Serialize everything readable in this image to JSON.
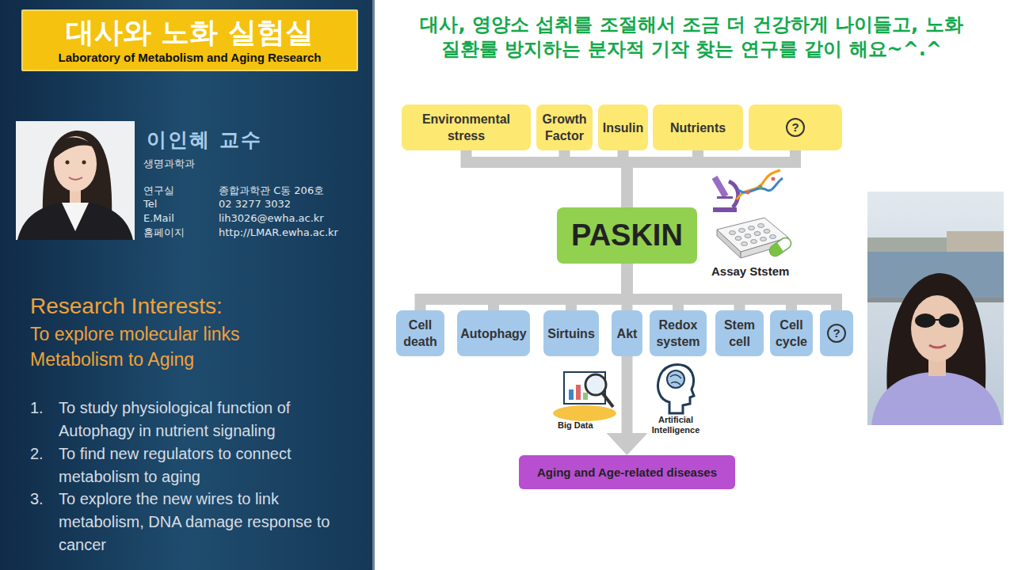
{
  "diagram": {
    "title": "대사, 영양소 섭취를 조절해서 조금 더 건강하게 나이들고, 노화 질환룰 방지하는 분자적 기작 찾는 연구를 같이 해요~^.^",
    "nodes": [
      {
        "text": [
          "대사와 노화 실험실",
          "Laboratory of Metabolism and Aging Research"
        ]
      },
      {
        "text": [
          "Environmental stress"
        ]
      },
      {
        "text": [
          "Growth Factor"
        ]
      },
      {
        "text": [
          "Insulin"
        ]
      },
      {
        "text": [
          "Nutrients"
        ]
      },
      {
        "text": [
          "?"
        ]
      },
      {
        "text": [
          "PASKIN"
        ]
      },
      {
        "text": [
          "Cell death"
        ]
      },
      {
        "text": [
          "Autophagy"
        ]
      },
      {
        "text": [
          "Sirtuins"
        ]
      },
      {
        "text": [
          "Akt"
        ]
      },
      {
        "text": [
          "Redox system"
        ]
      },
      {
        "text": [
          "Stem cell"
        ]
      },
      {
        "text": [
          "Cell cycle"
        ]
      },
      {
        "text": [
          "?"
        ]
      },
      {
        "text": [
          "Aging and Age-related diseases"
        ]
      }
    ],
    "edges": [
      {
        "from": 1,
        "to": 6,
        "arrow": "none"
      },
      {
        "from": 2,
        "to": 6,
        "arrow": "none"
      },
      {
        "from": 3,
        "to": 6,
        "arrow": "none"
      },
      {
        "from": 4,
        "to": 6,
        "arrow": "none"
      },
      {
        "from": 5,
        "to": 6,
        "arrow": "none"
      },
      {
        "from": 6,
        "to": 7,
        "arrow": "none"
      },
      {
        "from": 6,
        "to": 8,
        "arrow": "none"
      },
      {
        "from": 6,
        "to": 9,
        "arrow": "none"
      },
      {
        "from": 6,
        "to": 10,
        "arrow": "none"
      },
      {
        "from": 6,
        "to": 11,
        "arrow": "none"
      },
      {
        "from": 6,
        "to": 12,
        "arrow": "none"
      },
      {
        "from": 6,
        "to": 13,
        "arrow": "none"
      },
      {
        "from": 6,
        "to": 14,
        "arrow": "none"
      },
      {
        "from": 10,
        "to": 15,
        "arrow": "to"
      }
    ],
    "labels": [
      "이인혜 교수",
      "생명과학과",
      "연구실",
      "종합과학관 C동 206호",
      "Tel",
      "02 3277 3032",
      "E.Mail",
      "lih3026@ewha.ac.kr",
      "홈페이지",
      "http://LMAR.ewha.ac.kr",
      "Research Interests:",
      "To explore molecular links Metabolism to Aging",
      "1.",
      "To study physiological function of Autophagy in nutrient signaling",
      "2.",
      "To find new regulators to connect metabolism to aging",
      "3.",
      "To explore the new wires to link metabolism, DNA damage response to cancer",
      "Assay Ststem",
      "Big Data",
      "Artificial Intelligence"
    ]
  }
}
